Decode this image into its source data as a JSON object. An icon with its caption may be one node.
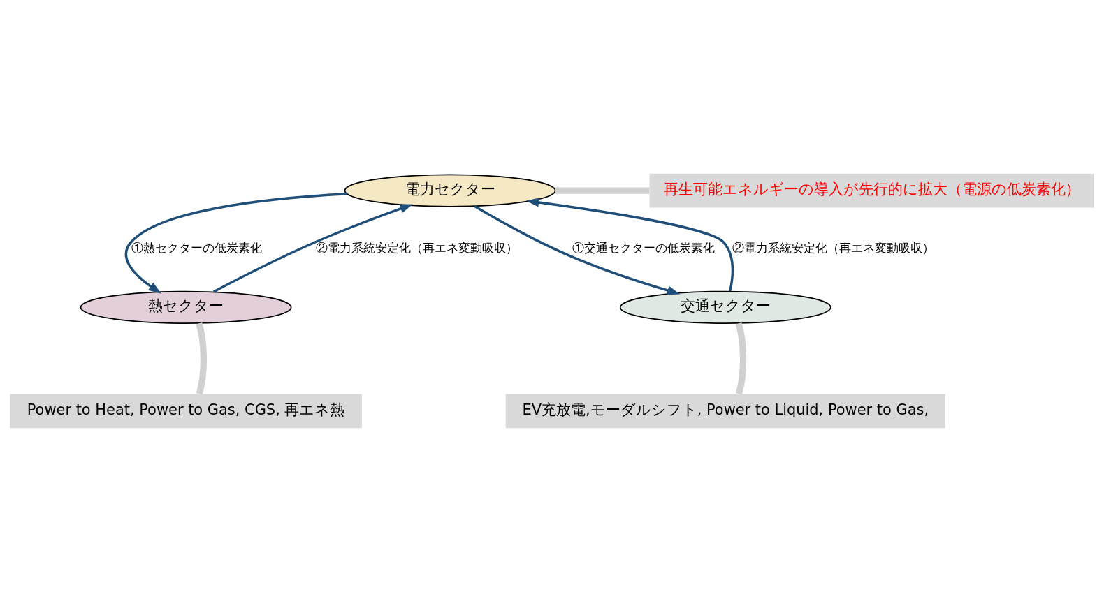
{
  "diagram": {
    "nodes": [
      {
        "text": [
          "電力セクター"
        ]
      },
      {
        "text": [
          "熱セクター"
        ]
      },
      {
        "text": [
          "交通セクター"
        ]
      },
      {
        "text": [
          "再生可能エネルギーの導入が先行的に拡大（電源の低炭素化）"
        ]
      },
      {
        "text": [
          "Power to Heat, Power to Gas, CGS, 再エネ熱"
        ]
      },
      {
        "text": [
          "EV充放電,モーダルシフト, Power to Liquid, Power to Gas,"
        ]
      }
    ],
    "edges": [
      {
        "from": 0,
        "to": 1,
        "arrow": "to",
        "label": "①熱セクターの低炭素化"
      },
      {
        "from": 1,
        "to": 0,
        "arrow": "to",
        "label": "②電力系統安定化（再エネ変動吸収）"
      },
      {
        "from": 0,
        "to": 2,
        "arrow": "to",
        "label": "①交通セクターの低炭素化"
      },
      {
        "from": 2,
        "to": 0,
        "arrow": "to",
        "label": "②電力系統安定化（再エネ変動吸収）"
      },
      {
        "from": 3,
        "to": 0,
        "arrow": "none",
        "style": "thick",
        "color": "#d0d0d0"
      },
      {
        "from": 4,
        "to": 1,
        "arrow": "none",
        "style": "thick",
        "color": "#d0d0d0"
      },
      {
        "from": 5,
        "to": 2,
        "arrow": "none",
        "style": "thick",
        "color": "#d0d0d0"
      }
    ]
  }
}
